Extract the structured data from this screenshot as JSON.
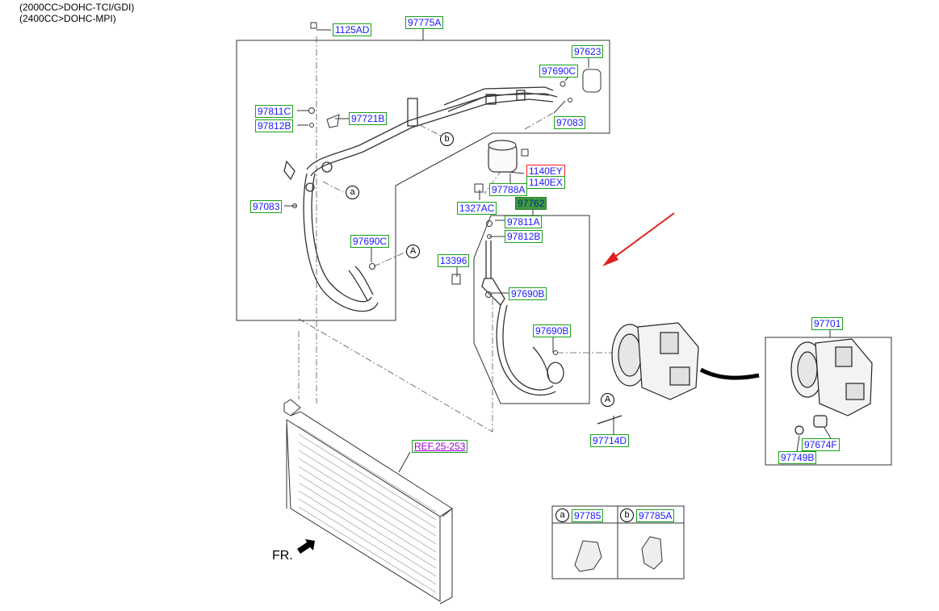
{
  "header": {
    "line1": "(2000CC>DOHC-TCI/GDI)",
    "line2": "(2400CC>DOHC-MPI)"
  },
  "labels": {
    "p1125AD": "1125AD",
    "p97775A": "97775A",
    "p97623": "97623",
    "p97690C_top": "97690C",
    "p97811C": "97811C",
    "p97812B_left": "97812B",
    "p97721B": "97721B",
    "p97083_right": "97083",
    "p97083_left": "97083",
    "p1140EY": "1140EY",
    "p1140EX": "1140EX",
    "p97788A": "97788A",
    "p1327AC": "1327AC",
    "p97762": "97762",
    "p97811A": "97811A",
    "p97812B_mid": "97812B",
    "p97690C_mid": "97690C",
    "p13396": "13396",
    "p97690B_1": "97690B",
    "p97690B_2": "97690B",
    "p97701": "97701",
    "p97714D": "97714D",
    "p97674F": "97674F",
    "p97749B": "97749B",
    "ref": "REF.25-253",
    "p97785": "97785",
    "p97785A": "97785A"
  },
  "callouts": {
    "a": "a",
    "b": "b",
    "A": "A"
  },
  "front_label": "FR.",
  "colors": {
    "label_text": "#1a1aff",
    "label_border": "#19a019",
    "highlight_bg": "#3d9b3d",
    "red_border": "#ff2020",
    "arrow": "#e02020",
    "ref_text": "#9b00d0"
  }
}
